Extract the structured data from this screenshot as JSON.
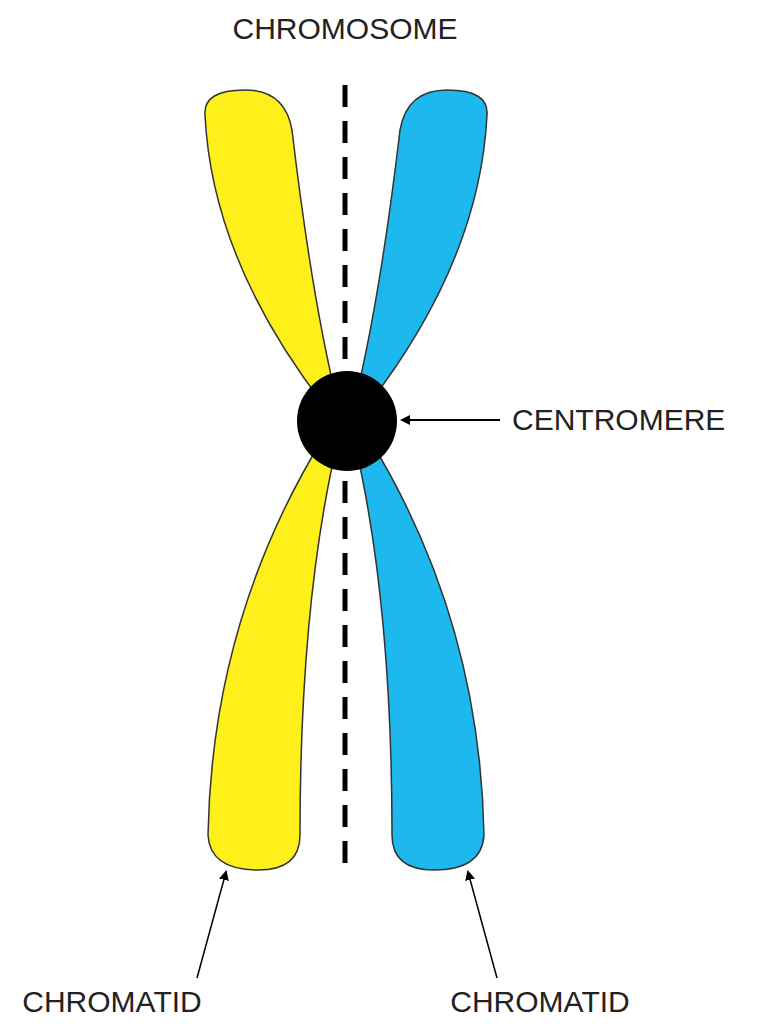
{
  "diagram": {
    "title": "CHROMOSOME",
    "labels": [
      "CENTROMERE",
      "CHROMATID",
      "CHROMATID"
    ]
  }
}
